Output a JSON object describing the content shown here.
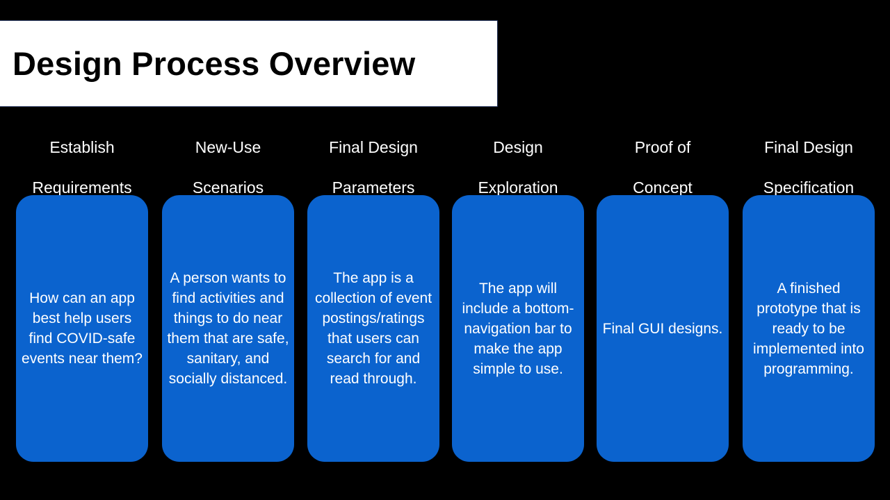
{
  "slide": {
    "title": "Design Process Overview",
    "background_color": "#000000",
    "banner_color": "#ffffff",
    "card_color": "#0b63ce",
    "card_text_color": "#ffffff",
    "header_text_color": "#ffffff"
  },
  "stages": [
    {
      "header_line1": "Establish",
      "header_line2": "Requirements",
      "body": "How can an app best help users find COVID-safe events near them?"
    },
    {
      "header_line1": "New-Use",
      "header_line2": "Scenarios",
      "body": "A person wants to find activities and things to do near them that are safe, sanitary, and socially distanced."
    },
    {
      "header_line1": "Final Design",
      "header_line2": "Parameters",
      "body": "The app is a collection of event postings/ratings that users can search for and read through."
    },
    {
      "header_line1": "Design",
      "header_line2": "Exploration",
      "body": "The app will include a bottom-navigation bar to make the app simple to use."
    },
    {
      "header_line1": "Proof of",
      "header_line2": "Concept",
      "body": "Final GUI designs."
    },
    {
      "header_line1": "Final Design",
      "header_line2": "Specification",
      "body": "A finished prototype that is ready to be implemented into programming."
    }
  ]
}
